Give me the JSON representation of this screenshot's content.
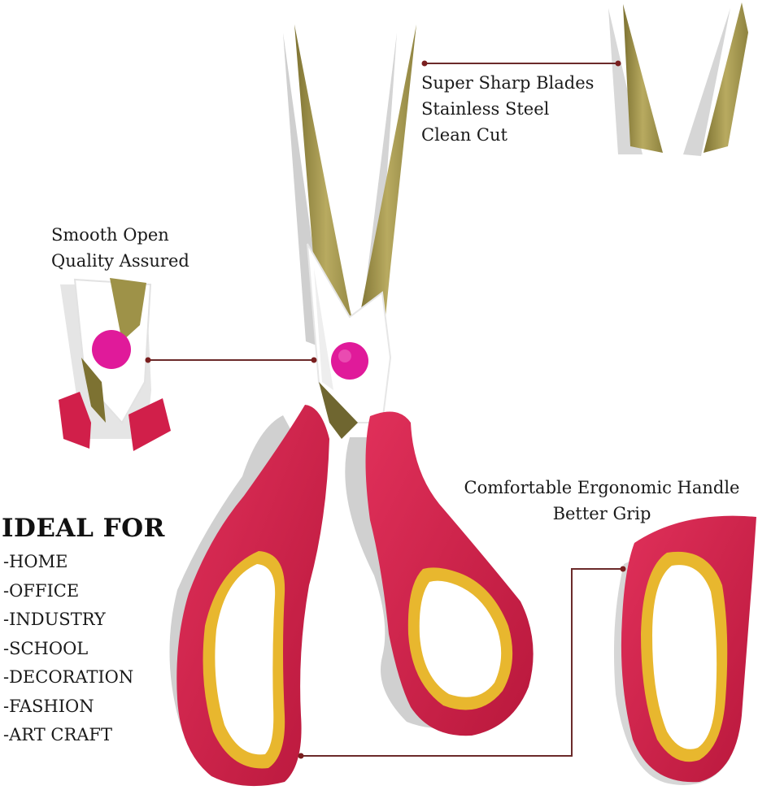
{
  "callouts": {
    "blades": [
      "Super Sharp Blades",
      "Stainless Steel",
      "Clean Cut"
    ],
    "pivot": [
      "Smooth Open",
      "Quality Assured"
    ],
    "handle": [
      "Comfortable Ergonomic Handle",
      "Better Grip"
    ]
  },
  "ideal_for": {
    "heading": "IDEAL FOR",
    "items": [
      "-HOME",
      "-OFFICE",
      "-INDUSTRY",
      "-SCHOOL",
      "-DECORATION",
      "-FASHION",
      "-ART CRAFT"
    ]
  },
  "colors": {
    "blade": "#a89a4e",
    "blade_dark": "#7d7232",
    "handle_red": "#d11f4a",
    "handle_dark_red": "#a8182f",
    "handle_yellow": "#e8b72e",
    "pivot_pink": "#e01a9a",
    "leader_line": "#6b2a2a"
  }
}
